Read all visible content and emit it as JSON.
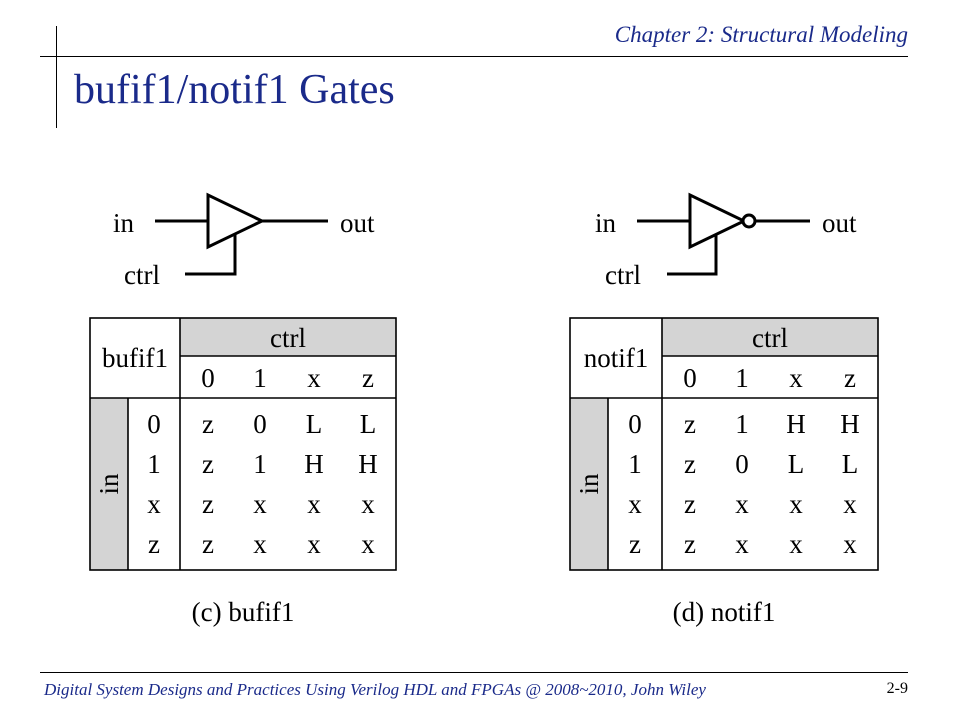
{
  "header": {
    "chapter": "Chapter 2: Structural Modeling"
  },
  "title": "bufif1/notif1 Gates",
  "footer": {
    "book": "Digital System Designs and Practices Using Verilog HDL and FPGAs @ 2008~2010, John Wiley",
    "page": "2-9"
  },
  "gates": [
    {
      "name": "bufif1",
      "in_label": "in",
      "out_label": "out",
      "ctrl_label": "ctrl",
      "caption": "(c) bufif1",
      "table": {
        "corner": "bufif1",
        "col_header": "ctrl",
        "row_header": "in",
        "cols": [
          "0",
          "1",
          "x",
          "z"
        ],
        "rows": [
          "0",
          "1",
          "x",
          "z"
        ],
        "cells": [
          [
            "z",
            "0",
            "L",
            "L"
          ],
          [
            "z",
            "1",
            "H",
            "H"
          ],
          [
            "z",
            "x",
            "x",
            "x"
          ],
          [
            "z",
            "x",
            "x",
            "x"
          ]
        ]
      }
    },
    {
      "name": "notif1",
      "in_label": "in",
      "out_label": "out",
      "ctrl_label": "ctrl",
      "caption": "(d) notif1",
      "table": {
        "corner": "notif1",
        "col_header": "ctrl",
        "row_header": "in",
        "cols": [
          "0",
          "1",
          "x",
          "z"
        ],
        "rows": [
          "0",
          "1",
          "x",
          "z"
        ],
        "cells": [
          [
            "z",
            "1",
            "H",
            "H"
          ],
          [
            "z",
            "0",
            "L",
            "L"
          ],
          [
            "z",
            "x",
            "x",
            "x"
          ],
          [
            "z",
            "x",
            "x",
            "x"
          ]
        ]
      }
    }
  ]
}
